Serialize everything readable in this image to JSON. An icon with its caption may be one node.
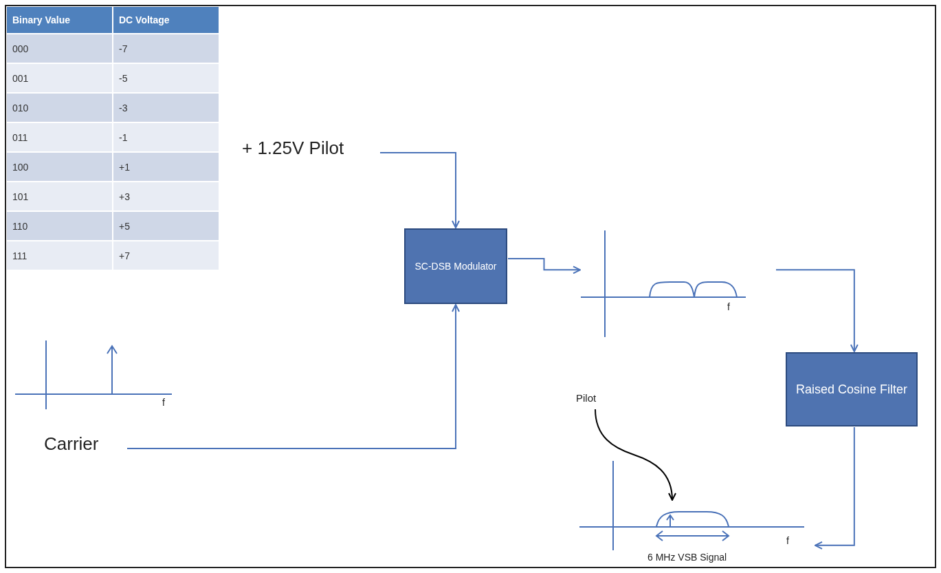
{
  "diagram": {
    "nodes": [
      {
        "text": [
          "+ 1.25V Pilot"
        ]
      },
      {
        "text": [
          "Carrier"
        ]
      },
      {
        "text": [
          "SC-DSB Modulator"
        ]
      },
      {
        "text": [],
        "shape": "picture"
      },
      {
        "text": [
          "Raised Cosine Filter"
        ]
      },
      {
        "text": [],
        "shape": "picture",
        "beside": [
          "6 MHz VSB Signal"
        ]
      },
      {
        "text": [
          "Pilot"
        ]
      }
    ],
    "edges": [
      {
        "from": 0,
        "to": 2,
        "arrow": "to"
      },
      {
        "from": 1,
        "to": 2,
        "arrow": "to"
      },
      {
        "from": 2,
        "to": 3,
        "arrow": "to"
      },
      {
        "from": 3,
        "to": 4,
        "arrow": "to"
      },
      {
        "from": 4,
        "to": 5,
        "arrow": "to"
      },
      {
        "from": 6,
        "to": 5,
        "arrow": "to",
        "color": "#000000"
      }
    ],
    "labels": [
      "Binary Value",
      "DC Voltage",
      "000",
      "-7",
      "001",
      "-5",
      "010",
      "-3",
      "011",
      "-1",
      "100",
      "+1",
      "101",
      "+3",
      "110",
      "+5",
      "111",
      "+7",
      "f",
      "f",
      "f"
    ]
  }
}
